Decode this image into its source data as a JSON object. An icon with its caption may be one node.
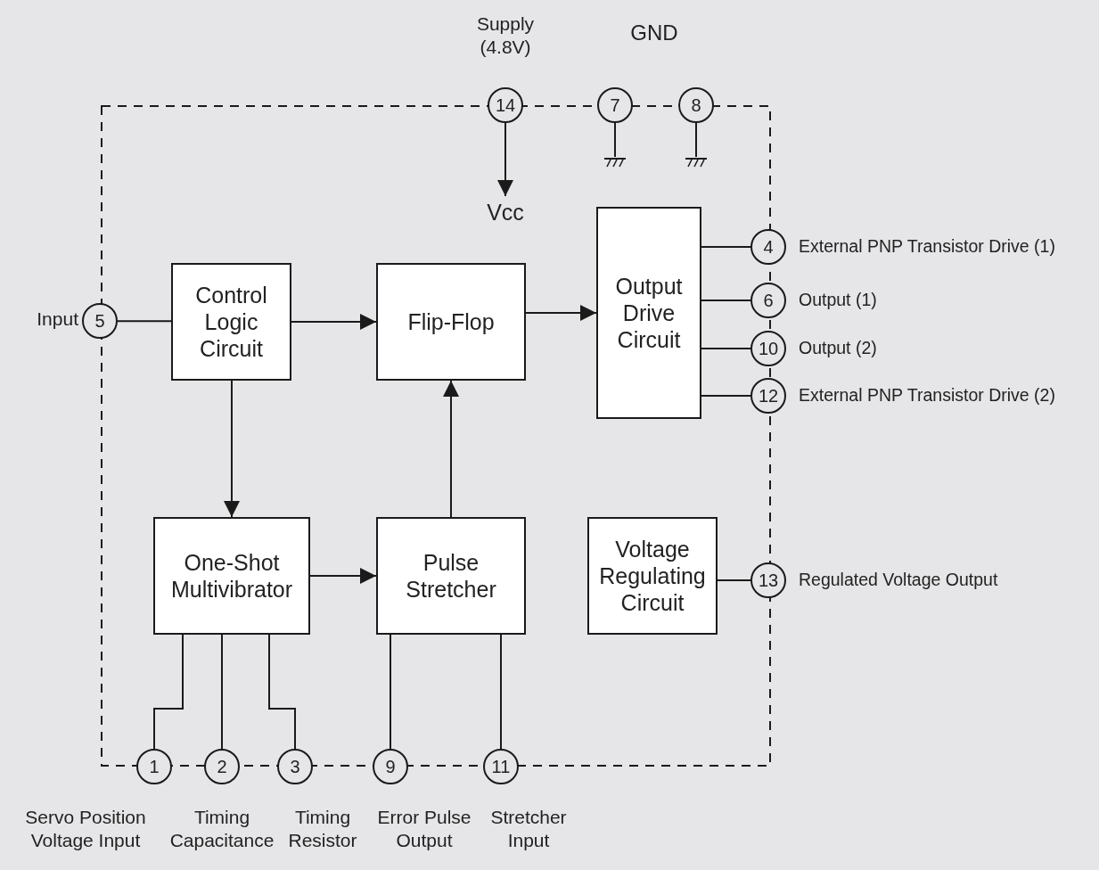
{
  "diagram": {
    "nodes": [
      {
        "text": [],
        "shape": "box"
      },
      {
        "text": [
          "Control Logic Circuit"
        ],
        "in": 0
      },
      {
        "text": [
          "Flip-Flop"
        ],
        "in": 0
      },
      {
        "text": [
          "Output Drive Circuit"
        ],
        "in": 0
      },
      {
        "text": [
          "One-Shot Multivibrator"
        ],
        "in": 0
      },
      {
        "text": [
          "Pulse Stretcher"
        ],
        "in": 0
      },
      {
        "text": [
          "Voltage Regulating Circuit"
        ],
        "in": 0
      },
      {
        "text": [
          "14"
        ],
        "beside": [
          "Supply (4.8V)"
        ]
      },
      {
        "text": [
          "7"
        ]
      },
      {
        "text": [
          "8"
        ]
      },
      {
        "text": [
          "5"
        ],
        "beside": [
          "Input"
        ]
      },
      {
        "text": [
          "4"
        ],
        "beside": [
          "External PNP Transistor Drive (1)"
        ]
      },
      {
        "text": [
          "6"
        ],
        "beside": [
          "Output (1)"
        ]
      },
      {
        "text": [
          "10"
        ],
        "beside": [
          "Output (2)"
        ]
      },
      {
        "text": [
          "12"
        ],
        "beside": [
          "External PNP Transistor Drive (2)"
        ]
      },
      {
        "text": [
          "13"
        ],
        "beside": [
          "Regulated Voltage Output"
        ]
      },
      {
        "text": [
          "1"
        ],
        "beside": [
          "Servo Position Voltage Input"
        ]
      },
      {
        "text": [
          "2"
        ],
        "beside": [
          "Timing Capacitance"
        ]
      },
      {
        "text": [
          "3"
        ],
        "beside": [
          "Timing Resistor"
        ]
      },
      {
        "text": [
          "9"
        ],
        "beside": [
          "Error Pulse Output"
        ]
      },
      {
        "text": [
          "11"
        ],
        "beside": [
          "Stretcher Input"
        ]
      },
      {
        "text": [
          "Vcc"
        ],
        "in": 0
      },
      {
        "text": [],
        "shape": "ground",
        "in": 0
      },
      {
        "text": [],
        "shape": "ground",
        "in": 0
      }
    ],
    "edges": [
      {
        "from": 10,
        "to": 1,
        "arrow": "none"
      },
      {
        "from": 1,
        "to": 2,
        "arrow": "to"
      },
      {
        "from": 2,
        "to": 3,
        "arrow": "to"
      },
      {
        "from": 1,
        "to": 4,
        "arrow": "to"
      },
      {
        "from": 4,
        "to": 5,
        "arrow": "to"
      },
      {
        "from": 5,
        "to": 2,
        "arrow": "to"
      },
      {
        "from": 3,
        "to": 11,
        "arrow": "none"
      },
      {
        "from": 3,
        "to": 12,
        "arrow": "none"
      },
      {
        "from": 3,
        "to": 13,
        "arrow": "none"
      },
      {
        "from": 3,
        "to": 14,
        "arrow": "none"
      },
      {
        "from": 6,
        "to": 15,
        "arrow": "none"
      },
      {
        "from": 4,
        "to": 16,
        "arrow": "none"
      },
      {
        "from": 4,
        "to": 17,
        "arrow": "none"
      },
      {
        "from": 4,
        "to": 18,
        "arrow": "none"
      },
      {
        "from": 5,
        "to": 19,
        "arrow": "none"
      },
      {
        "from": 5,
        "to": 20,
        "arrow": "none"
      },
      {
        "from": 7,
        "to": 21,
        "arrow": "to"
      },
      {
        "from": 8,
        "to": 22,
        "arrow": "none"
      },
      {
        "from": 9,
        "to": 23,
        "arrow": "none"
      }
    ],
    "labels": [
      "GND"
    ]
  }
}
